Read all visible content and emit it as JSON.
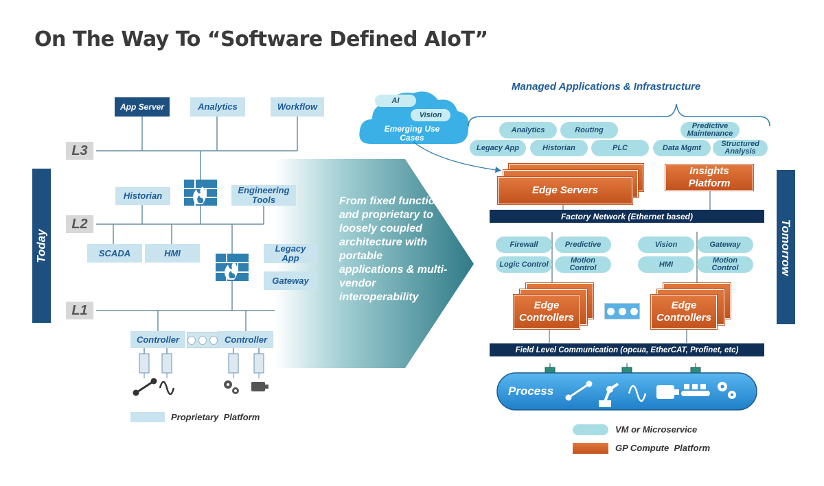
{
  "title": "On The Way To “Software Defined AIoT”",
  "left": {
    "vertical_label": "Today",
    "levels": [
      "L3",
      "L2",
      "L1"
    ],
    "app_server": "App Server",
    "analytics": "Analytics",
    "workflow": "Workflow",
    "historian": "Historian",
    "engineering_tools": "Engineering Tools",
    "scada": "SCADA",
    "hmi": "HMI",
    "legacy_app": "Legacy App",
    "gateway": "Gateway",
    "controller_1": "Controller",
    "controller_2": "Controller",
    "legend_text": "Proprietary  Platform"
  },
  "arrow_text": "From fixed function and proprietary to loosely coupled architecture with portable applications & multi-vendor interoperability",
  "cloud": {
    "ai": "AI",
    "vision": "Vision",
    "label": "Emerging Use Cases"
  },
  "right": {
    "vertical_label": "Tomorrow",
    "heading": "Managed Applications & Infrastructure",
    "apps": {
      "analytics": "Analytics",
      "routing": "Routing",
      "predictive_maintenance": "Predictive Maintenance",
      "legacy_app": "Legacy App",
      "historian": "Historian",
      "plc": "PLC",
      "data_mgmt": "Data Mgmt",
      "structured_analysis": "Structured Analysis"
    },
    "edge_servers": "Edge Servers",
    "insights_platform": "Insights Platform",
    "factory_network": "Factory Network (Ethernet based)",
    "ctrl_apps_left": [
      "Firewall",
      "Predictive",
      "Logic Control",
      "Motion Control"
    ],
    "ctrl_apps_right": [
      "Vision",
      "Gateway",
      "HMI",
      "Motion Control"
    ],
    "edge_controllers_1": "Edge Controllers",
    "edge_controllers_2": "Edge Controllers",
    "field_comm": "Field Level Communication (opcua, EtherCAT, Profinet, etc)",
    "process": "Process",
    "legend_vm": "VM or Microservice",
    "legend_gp": "GP Compute  Platform"
  },
  "colors": {
    "navy": "#1d4f7f",
    "light_blue": "#c9e3ef",
    "teal_pill": "#a9dde6",
    "orange": "#d2632a",
    "process_blue": "#2f8fd6"
  }
}
